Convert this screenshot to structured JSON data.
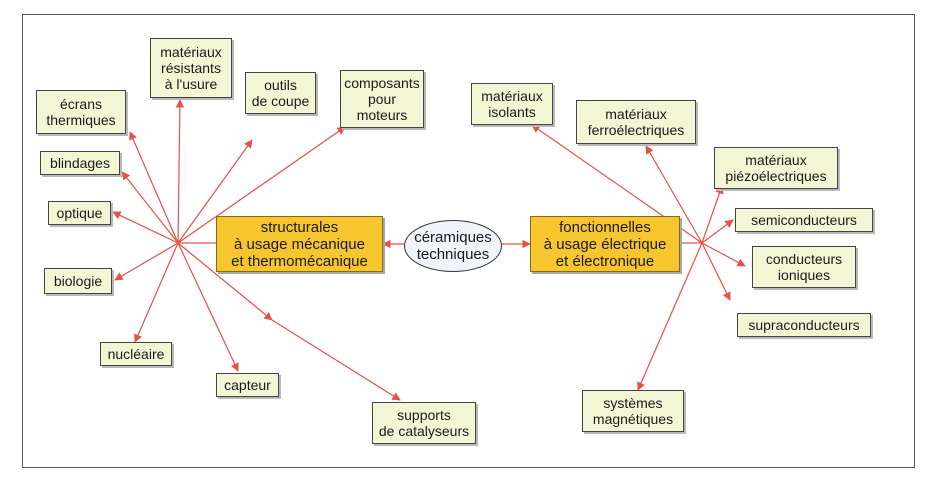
{
  "center": "céramiques\ntechniques",
  "left_main": "structurales\nà usage mécanique\net thermomécanique",
  "right_main": "fonctionnelles\nà usage électrique\net électronique",
  "left_items": {
    "ecrans": "écrans\nthermiques",
    "usure": "matériaux\nrésistants\nà l'usure",
    "outils": "outils\nde coupe",
    "moteurs": "composants\npour\nmoteurs",
    "blindages": "blindages",
    "optique": "optique",
    "biologie": "biologie",
    "nucleaire": "nucléaire",
    "capteur": "capteur",
    "catalyseurs": "supports\nde catalyseurs"
  },
  "right_items": {
    "isolants": "matériaux\nisolants",
    "ferro": "matériaux\nferroélectriques",
    "piezo": "matériaux\npiézoélectriques",
    "semi": "semiconducteurs",
    "ioniques": "conducteurs\nioniques",
    "supra": "supraconducteurs",
    "magnetiques": "systèmes\nmagnétiques"
  },
  "colors": {
    "arrow": "#e8504a",
    "main_box": "#f7c62f",
    "node_box": "#f3f6d4",
    "ellipse": "#eef4fa"
  }
}
